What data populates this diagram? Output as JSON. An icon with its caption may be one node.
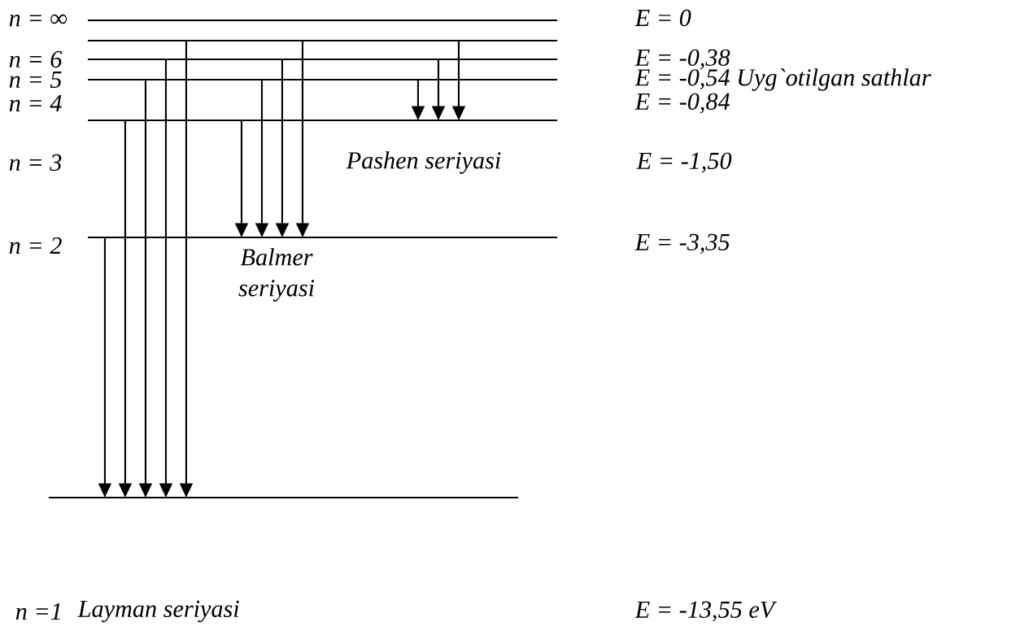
{
  "diagram": {
    "nodes": [
      {
        "text": [],
        "shape": "bar"
      },
      {
        "text": [],
        "shape": "bar"
      },
      {
        "text": [],
        "shape": "bar"
      },
      {
        "text": [],
        "shape": "bar"
      },
      {
        "text": [],
        "shape": "bar"
      },
      {
        "text": [],
        "shape": "bar"
      },
      {
        "text": [],
        "shape": "bar"
      }
    ],
    "edges": [
      {
        "from": 5,
        "to": 6,
        "arrow": "to"
      },
      {
        "from": 4,
        "to": 6,
        "arrow": "to"
      },
      {
        "from": 3,
        "to": 6,
        "arrow": "to"
      },
      {
        "from": 2,
        "to": 6,
        "arrow": "to"
      },
      {
        "from": 1,
        "to": 6,
        "arrow": "to"
      },
      {
        "from": 4,
        "to": 5,
        "arrow": "to"
      },
      {
        "from": 3,
        "to": 5,
        "arrow": "to"
      },
      {
        "from": 2,
        "to": 5,
        "arrow": "to"
      },
      {
        "from": 1,
        "to": 5,
        "arrow": "to"
      },
      {
        "from": 3,
        "to": 4,
        "arrow": "to"
      },
      {
        "from": 2,
        "to": 4,
        "arrow": "to"
      },
      {
        "from": 1,
        "to": 4,
        "arrow": "to"
      }
    ],
    "labels": [
      "n = ∞",
      "E = 0",
      "n = 6",
      "E = -0,38",
      "n = 5",
      "E = -0,54 Uyg`otilgan sathlar",
      "n = 4",
      "E = -0,84",
      "n = 3",
      "Pashen seriyasi",
      "E = -1,50",
      "n = 2",
      "Balmer seriyasi",
      "E = -3,35",
      "n =1",
      "Layman seriyasi",
      "E = -13,55 eV"
    ]
  }
}
